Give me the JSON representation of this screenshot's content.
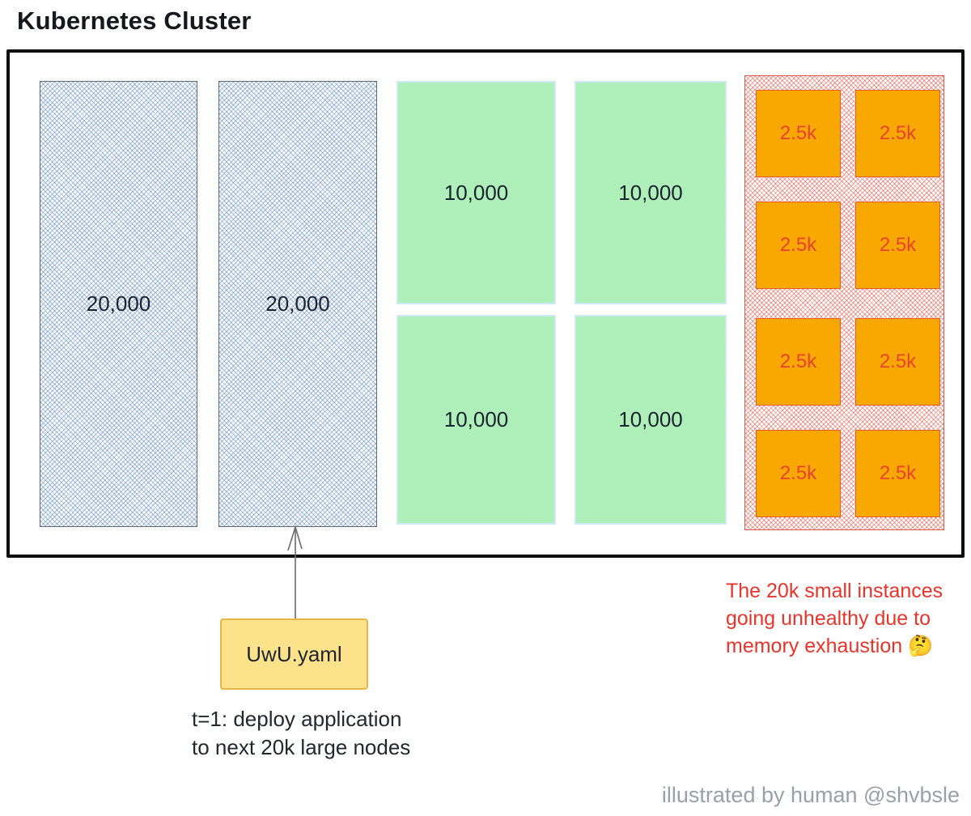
{
  "title": "Kubernetes Cluster",
  "cluster": {
    "large_nodes": [
      "20,000",
      "20,000"
    ],
    "medium_nodes": [
      "10,000",
      "10,000",
      "10,000",
      "10,000"
    ],
    "small_nodes": [
      "2.5k",
      "2.5k",
      "2.5k",
      "2.5k",
      "2.5k",
      "2.5k",
      "2.5k",
      "2.5k"
    ]
  },
  "yaml_box": {
    "label": "UwU.yaml"
  },
  "deploy_caption": {
    "line1": "t=1: deploy application",
    "line2": "to next 20k large nodes"
  },
  "annotation": {
    "line1": "The 20k small instances",
    "line2": "going unhealthy due to",
    "line3": "memory exhaustion 🤔"
  },
  "attribution": "illustrated by human @shvbsle",
  "colors": {
    "large_node_hatch": "#5D87BF",
    "medium_node_fill": "#AFEFB9",
    "small_node_fill": "#F8A801",
    "small_node_label": "#E8432D",
    "unhealthy_hatch": "#DA4838",
    "yaml_fill": "#FBE28B",
    "yaml_border": "#E9B546",
    "annotation_red": "#E6352C",
    "attribution_gray": "#99A0A8"
  }
}
